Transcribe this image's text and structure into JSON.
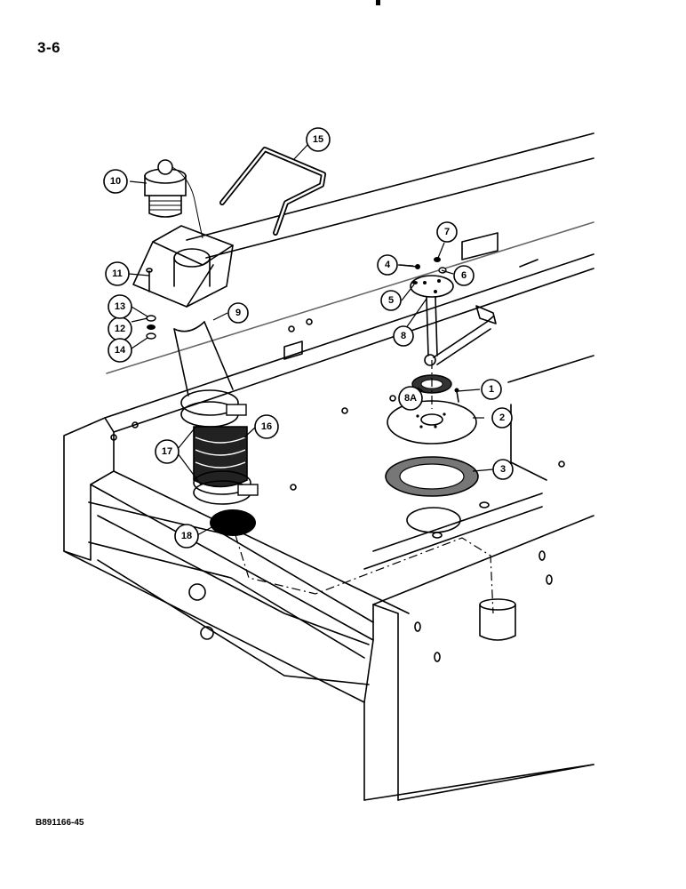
{
  "page_label": "3-6",
  "drawing_code": "B891166-45",
  "callouts": [
    "1",
    "2",
    "3",
    "4",
    "5",
    "6",
    "7",
    "8",
    "8A",
    "9",
    "10",
    "11",
    "12",
    "13",
    "14",
    "15",
    "16",
    "17",
    "18"
  ]
}
